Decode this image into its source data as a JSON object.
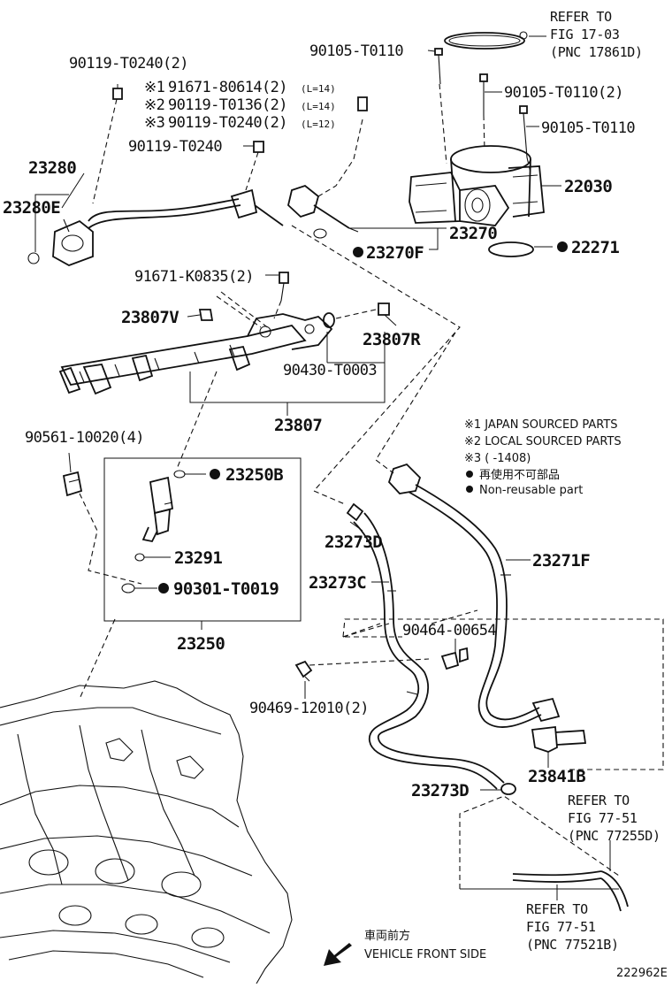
{
  "labels": {
    "refer_17_line1": "REFER TO",
    "refer_17_line2": "FIG 17-03",
    "refer_17_line3": "(PNC 17861D)",
    "p_90105_T0110_top": "90105-T0110",
    "p_90105_T0110_2": "90105-T0110(2)",
    "p_90105_T0110_mid": "90105-T0110",
    "p_22030": "22030",
    "p_90119_T0240_2": "90119-T0240(2)",
    "note1_mark": "※1",
    "note1_part": "91671-80614(2)",
    "note1_len": "(L=14)",
    "note2_mark": "※2",
    "note2_part": "90119-T0136(2)",
    "note2_len": "(L=14)",
    "note3_mark": "※3",
    "note3_part": "90119-T0240(2)",
    "note3_len": "(L=12)",
    "p_90119_T0240": "90119-T0240",
    "p_23280": "23280",
    "p_23280E": "23280E",
    "p_23270": "23270",
    "p_23270F": "23270F",
    "p_22271": "22271",
    "p_91671_K0835_2": "91671-K0835(2)",
    "p_23807V": "23807V",
    "p_23807R": "23807R",
    "p_90430_T0003": "90430-T0003",
    "p_23807": "23807",
    "p_90561_10020_4": "90561-10020(4)",
    "p_23250B": "23250B",
    "p_23291": "23291",
    "p_90301_T0019": "90301-T0019",
    "p_23250": "23250",
    "p_23273D_top": "23273D",
    "p_23273C": "23273C",
    "p_23271F": "23271F",
    "p_90464_00654": "90464-00654",
    "p_90469_12010_2": "90469-12010(2)",
    "p_23841B": "23841B",
    "p_23273D_bot": "23273D",
    "refer_7751a_line1": "REFER TO",
    "refer_7751a_line2": "FIG 77-51",
    "refer_7751a_line3": "(PNC 77255D)",
    "refer_7751b_line1": "REFER TO",
    "refer_7751b_line2": "FIG 77-51",
    "refer_7751b_line3": "(PNC 77521B)",
    "direction_jp": "車両前方",
    "direction_en": "VEHICLE FRONT SIDE",
    "figure_code": "222962E"
  },
  "legend": {
    "line1": "※1 JAPAN SOURCED PARTS",
    "line2": "※2 LOCAL SOURCED PARTS",
    "line3": "※3 (      -1408)",
    "line4": "再使用不可部品",
    "line5": "Non-reusable part"
  }
}
